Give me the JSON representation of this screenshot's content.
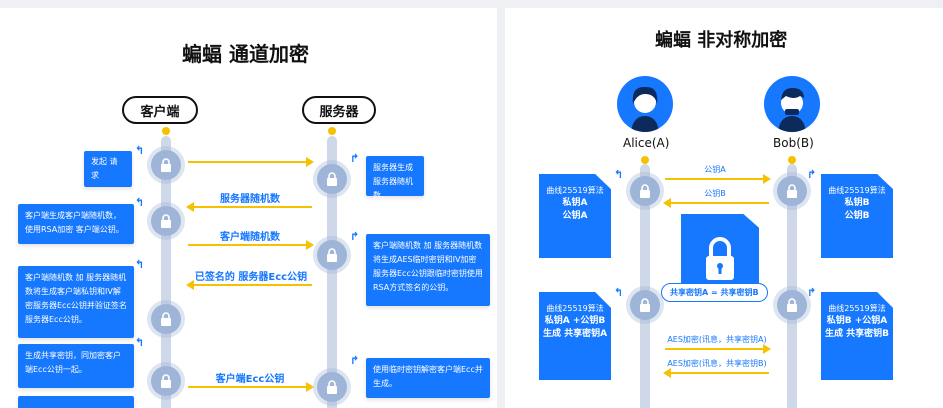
{
  "left": {
    "title": "蝙蝠 通道加密",
    "client_label": "客户端",
    "server_label": "服务器",
    "arrow_labels": [
      "服务器随机数",
      "客户端随机数",
      "已签名的 服务器Ecc公钥",
      "客户端Ecc公钥"
    ],
    "client_boxes": [
      "发起 请求",
      "客户端生成客户端随机数，使用RSA加密 客户端公钥。",
      "客户端随机数 加 服务器随机数将生成客户端私钥和IV解密服务器Ecc公钥并验证签名服务器Ecc公钥。",
      "生成共享密钥，同加密客户端Ecc公钥一起。"
    ],
    "server_boxes": [
      "服务器生成服务器随机数。",
      "客户端随机数 加 服务器随机数将生成AES临时密钥和IV加密服务器Ecc公钥跟临时密钥使用RSA方式签名的公钥。",
      "使用临时密钥解密客户端Ecc并生成。"
    ]
  },
  "right": {
    "title": "蝙蝠 非对称加密",
    "alice": "Alice(A)",
    "bob": "Bob(B)",
    "arrow_labels": [
      "公钥A",
      "公钥B",
      "AES加密(讯息，共享密钥A)",
      "AES加密(讯息，共享密钥B)"
    ],
    "shared_label": "共享密钥A = 共享密钥B",
    "alice_docs": [
      {
        "line1": "曲线25519算法",
        "line2": "私钥A",
        "line3": "公钥A"
      },
      {
        "line1": "曲线25519算法",
        "line2": "私钥A +公钥B",
        "line3": "生成 共享密钥A"
      }
    ],
    "bob_docs": [
      {
        "line1": "曲线25519算法",
        "line2": "私钥B",
        "line3": "公钥B"
      },
      {
        "line1": "曲线25519算法",
        "line2": "私钥B +公钥A",
        "line3": "生成 共享密钥B"
      }
    ]
  },
  "colors": {
    "accent": "#1677ff",
    "arrow": "#f5c100",
    "track": "#cfd8e8",
    "lock": "#9fb5d8"
  }
}
